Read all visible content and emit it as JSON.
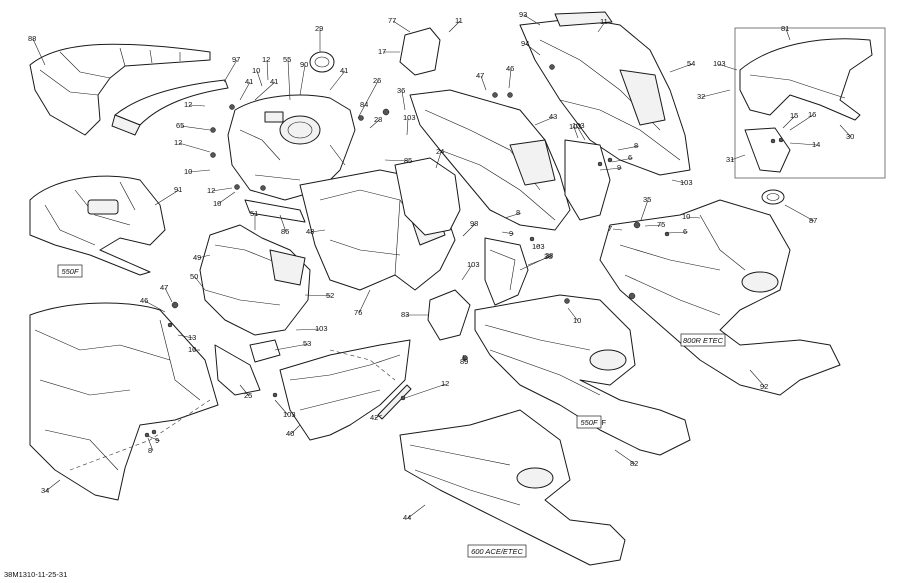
{
  "drawing_number": "38M1310-11-25-31",
  "variant_labels": [
    "550F",
    "550F",
    "800R ETEC",
    "600 ACE/ETEC"
  ],
  "callouts": [
    "88",
    "97",
    "12",
    "10",
    "55",
    "90",
    "29",
    "41",
    "12",
    "41",
    "65",
    "12",
    "10",
    "12",
    "10",
    "26",
    "84",
    "28",
    "85",
    "36",
    "103",
    "24",
    "77",
    "11",
    "17",
    "47",
    "46",
    "93",
    "11",
    "94",
    "54",
    "103",
    "81",
    "103",
    "32",
    "15",
    "16",
    "14",
    "30",
    "31",
    "91",
    "41",
    "51",
    "86",
    "48",
    "76",
    "98",
    "8",
    "9",
    "103",
    "43",
    "103",
    "6",
    "8",
    "9",
    "103",
    "38",
    "35",
    "7",
    "75",
    "6",
    "10",
    "87",
    "49",
    "50",
    "52",
    "103",
    "47",
    "46",
    "13",
    "10",
    "25",
    "53",
    "103",
    "40",
    "42",
    "12",
    "83",
    "89",
    "103",
    "38",
    "10",
    "92",
    "550F",
    "82",
    "8",
    "9",
    "34",
    "44"
  ]
}
